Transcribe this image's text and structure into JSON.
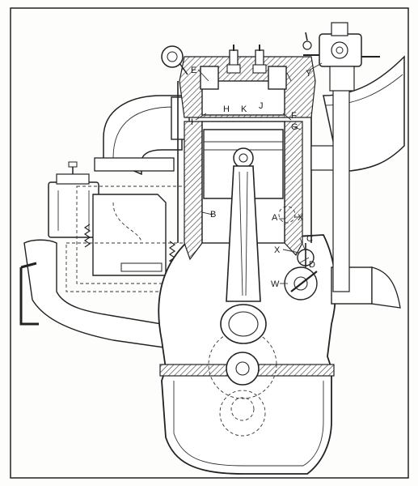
{
  "figure": {
    "labels": {
      "A": "A",
      "B": "B",
      "C": "C",
      "D": "D",
      "E": "E",
      "F": "F",
      "G": "G",
      "H": "H",
      "I": "I",
      "J": "J",
      "K": "K",
      "W": "W",
      "X_upper": "X",
      "X_lower": "X",
      "Y": "Y"
    }
  }
}
